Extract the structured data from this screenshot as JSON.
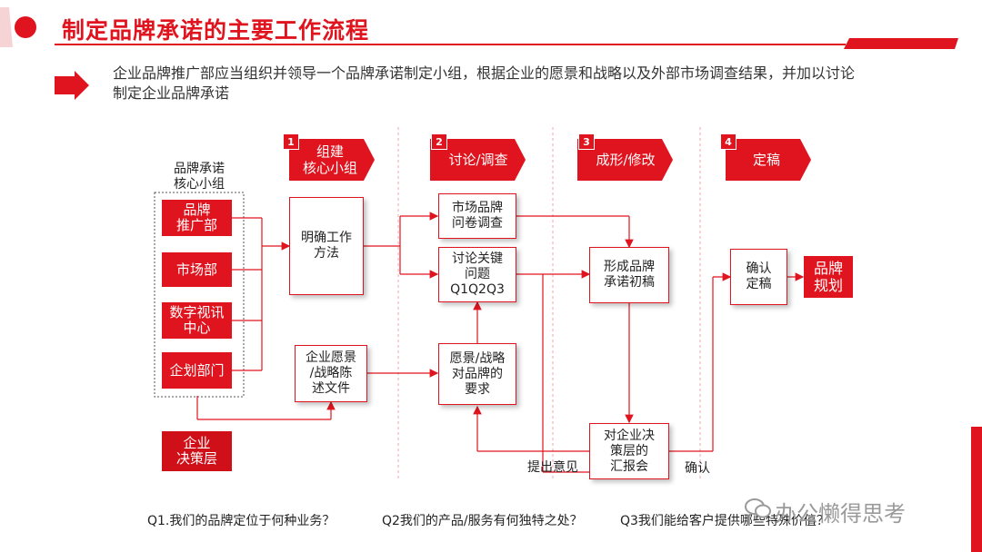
{
  "title": "制定品牌承诺的主要工作流程",
  "intro": "企业品牌推广部应当组织并领导一个品牌承诺制定小组，根据企业的愿景和战略以及外部市场调查结果，并加以讨论制定企业品牌承诺",
  "steps": [
    {
      "num": "1",
      "label": "组建\n核心小组"
    },
    {
      "num": "2",
      "label": "讨论/调查"
    },
    {
      "num": "3",
      "label": "成形/修改"
    },
    {
      "num": "4",
      "label": "定稿"
    }
  ],
  "group": {
    "label": "品牌承诺\n核心小组",
    "members": [
      "品牌\n推广部",
      "市场部",
      "数字视讯\n中心",
      "企划部门"
    ]
  },
  "decision_layer": "企业\n决策层",
  "boxes": {
    "method": "明确工作\n方法",
    "vision_doc": "企业愿景\n/战略陈\n述文件",
    "survey": "市场品牌\n问卷调查",
    "key_issues": "讨论关键\n问题\nQ1Q2Q3",
    "requirements": "愿景/战略\n对品牌的\n要求",
    "draft": "形成品牌\n承诺初稿",
    "report": "对企业决\n策层的\n汇报会",
    "confirm": "确认\n定稿",
    "brand_plan": "品牌\n规划"
  },
  "line_labels": {
    "feedback": "提出意见",
    "confirm": "确认"
  },
  "questions": [
    "Q1.我们的品牌定位于何种业务？",
    "Q2我们的产品/服务有何独特之处？",
    "Q3我们能给客户提供哪些特殊价值？"
  ],
  "watermark": "办公懒得思考",
  "colors": {
    "accent": "#e0141e"
  }
}
